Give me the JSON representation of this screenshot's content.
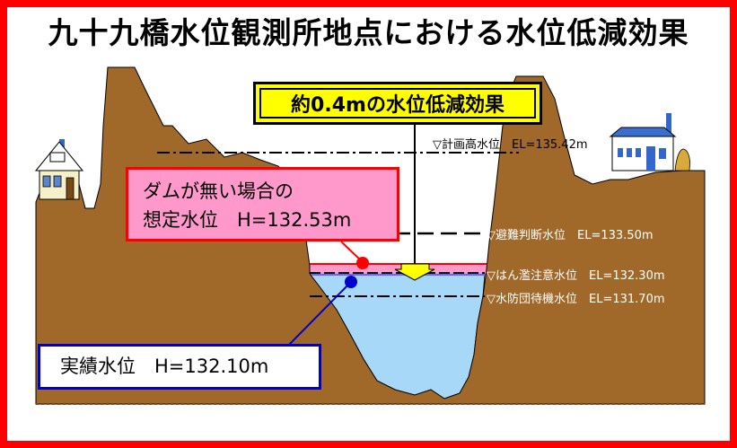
{
  "title": "九十九橋水位観測所地点における水位低減効果",
  "reduction_label": "約0.4mの水位低減効果",
  "levels": {
    "plan_high": "▽計画高水位　EL=135.42m",
    "evacuation": "▽避難判断水位　EL=133.50m",
    "flood_caution": "▽はん濫注意水位　EL=132.30m",
    "flood_standby": "▽水防団待機水位　EL=131.70m"
  },
  "no_dam": {
    "line1": "ダムが無い場合の",
    "line2": "想定水位　H=132.53m"
  },
  "actual": {
    "label": "実績水位　H=132.10m"
  },
  "colors": {
    "frame": "#ff0000",
    "ground": "#a0692a",
    "water": "#a8d8f8",
    "no_dam_water": "#ff99cc",
    "callout": "#ffff00",
    "no_dam_marker": "#ff0000",
    "actual_marker": "#0000cc"
  },
  "icons": [
    "house-left-icon",
    "house-right-icon",
    "down-arrow-icon"
  ]
}
